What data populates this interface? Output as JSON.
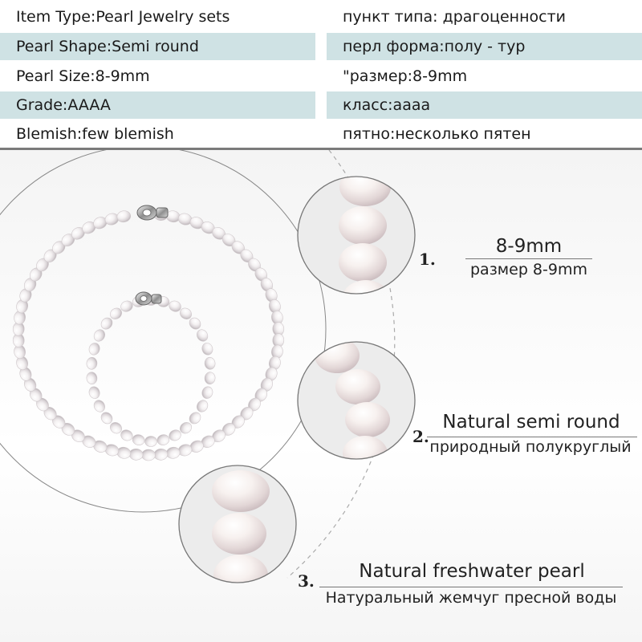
{
  "spec_table": {
    "rows": [
      {
        "left": "Item Type:Pearl Jewelry sets",
        "right": "пункт типа: драгоценности",
        "shaded": false
      },
      {
        "left": "Pearl Shape:Semi round",
        "right": "перл форма:полу - тур",
        "shaded": true
      },
      {
        "left": "Pearl Size:8-9mm",
        "right": "\"размер:8-9mm",
        "shaded": false
      },
      {
        "left": "Grade:AAAA",
        "right": "класс:аааа",
        "shaded": true
      },
      {
        "left": "Blemish:few blemish",
        "right": "пятно:несколько пятен",
        "shaded": false
      }
    ],
    "shade_color": "#cfe2e4"
  },
  "features": [
    {
      "number": "1.",
      "title_en": "8-9mm",
      "title_ru": "размер 8-9mm"
    },
    {
      "number": "2.",
      "title_en": "Natural semi round",
      "title_ru": "природный  полукруглый"
    },
    {
      "number": "3.",
      "title_en": "Natural freshwater pearl",
      "title_ru": "Натуральный жемчуг пресной воды"
    }
  ],
  "product_images": [
    {
      "name": "pearl necklace",
      "icon": "necklace-image"
    },
    {
      "name": "pearl bracelet",
      "icon": "bracelet-image"
    }
  ]
}
